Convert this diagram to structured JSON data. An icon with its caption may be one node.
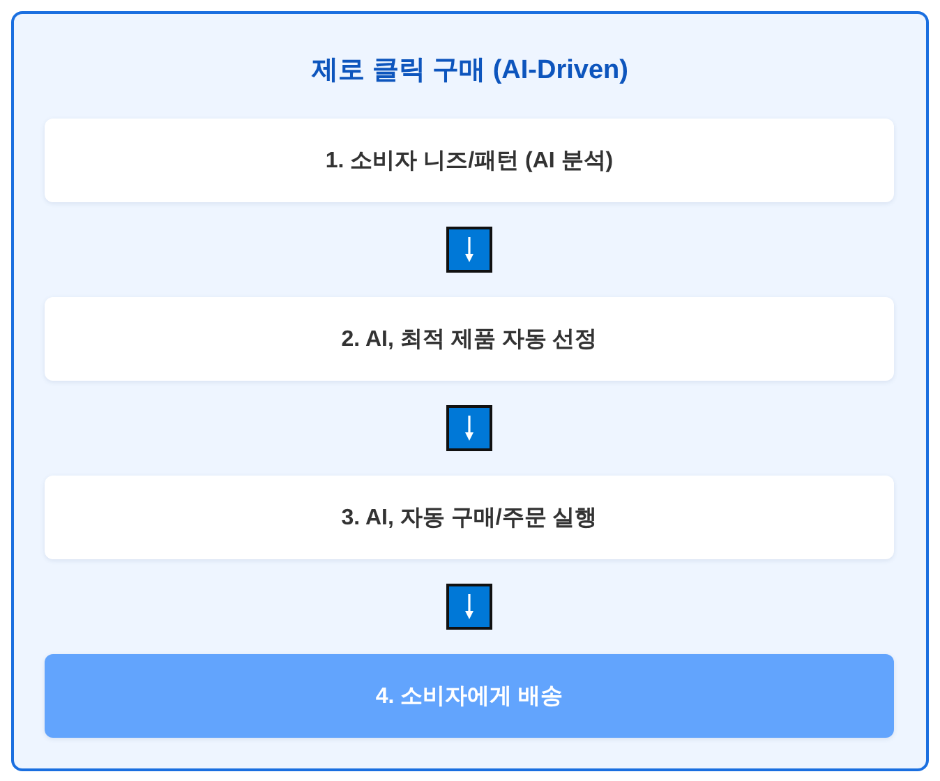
{
  "diagram": {
    "title": "제로 클릭 구매 (AI-Driven)",
    "nodes": [
      {
        "text": [
          "1. 소비자 니즈/패턴 (AI 분석)"
        ]
      },
      {
        "text": [
          "2. AI, 최적 제품 자동 선정"
        ]
      },
      {
        "text": [
          "3. AI, 자동 구매/주문 실행"
        ]
      },
      {
        "text": [
          "4. 소비자에게 배송"
        ]
      }
    ],
    "edges": [
      {
        "from": 0,
        "to": 1,
        "arrow": "to"
      },
      {
        "from": 1,
        "to": 2,
        "arrow": "to"
      },
      {
        "from": 2,
        "to": 3,
        "arrow": "to"
      }
    ]
  }
}
